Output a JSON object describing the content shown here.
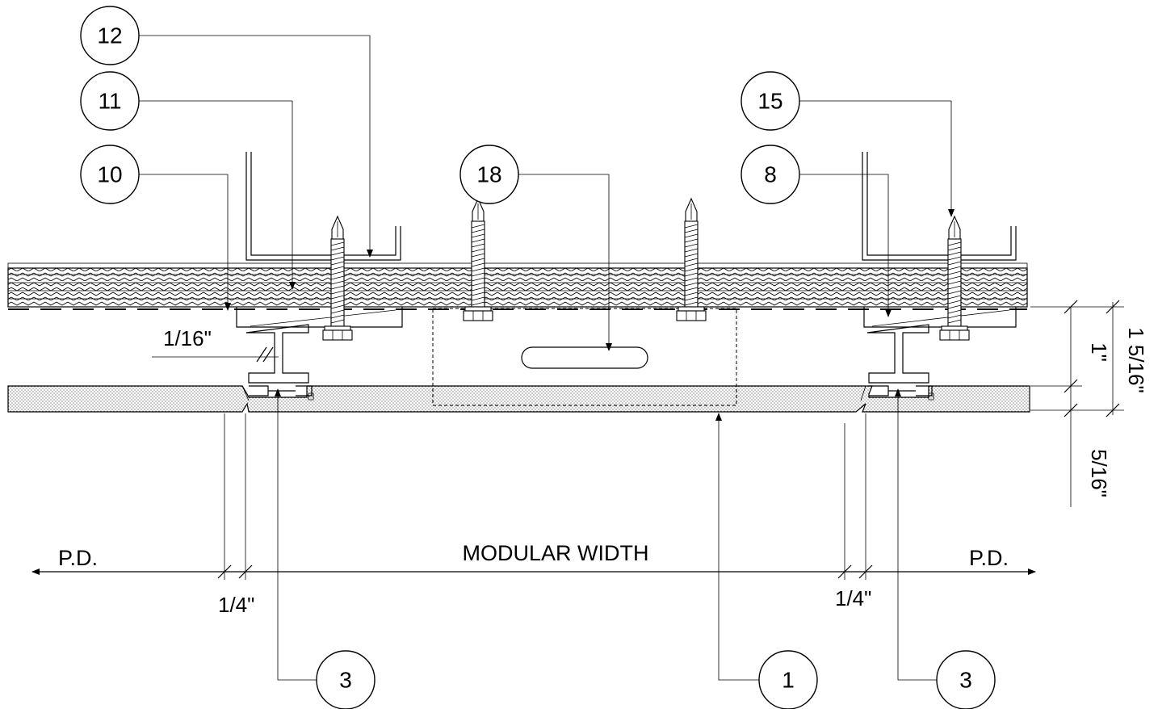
{
  "callouts": {
    "c12": "12",
    "c11": "11",
    "c10": "10",
    "c18": "18",
    "c15": "15",
    "c8": "8",
    "c3_left": "3",
    "c1": "1",
    "c3_right": "3"
  },
  "dimensions": {
    "reveal": "1/16\"",
    "height_1": "1\"",
    "height_total": "1 5/16\"",
    "panel_thickness": "5/16\"",
    "gap_left": "1/4\"",
    "gap_right": "1/4\""
  },
  "labels": {
    "modular_width": "MODULAR WIDTH",
    "pd_left": "P.D.",
    "pd_right": "P.D."
  }
}
